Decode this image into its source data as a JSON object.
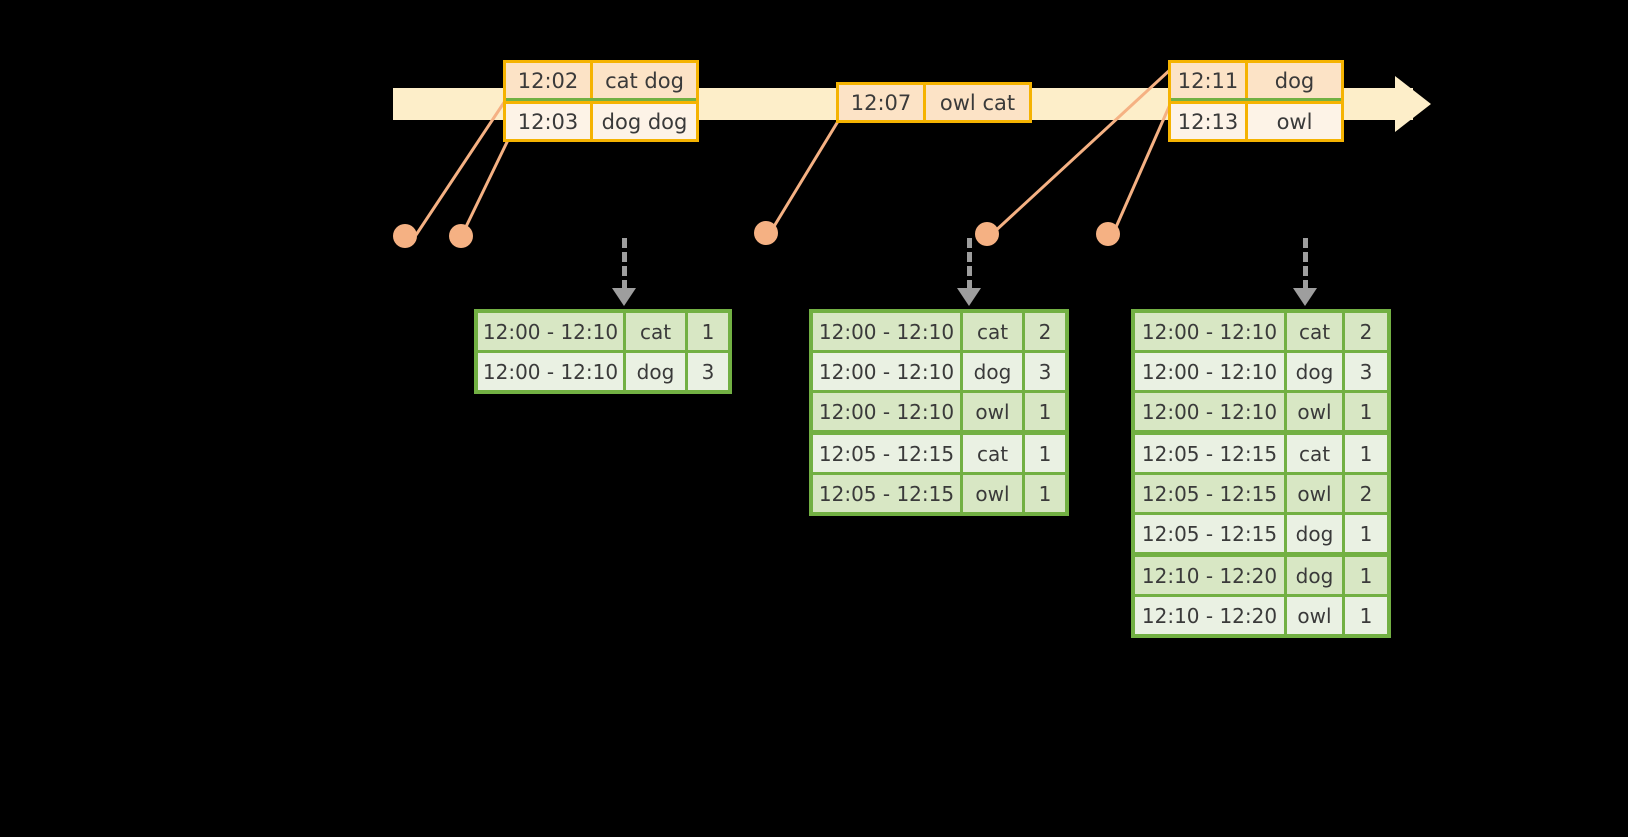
{
  "timeline": {
    "name": "event-stream-timeline",
    "arrow_direction": "right",
    "events": [
      {
        "group": "event-group-1",
        "rows": [
          {
            "time": "12:02",
            "value": "cat dog"
          },
          {
            "time": "12:03",
            "value": "dog dog"
          }
        ]
      },
      {
        "group": "event-group-2",
        "rows": [
          {
            "time": "12:07",
            "value": "owl cat"
          }
        ]
      },
      {
        "group": "event-group-3",
        "rows": [
          {
            "time": "12:11",
            "value": "dog"
          },
          {
            "time": "12:13",
            "value": "owl"
          }
        ]
      }
    ]
  },
  "tables": [
    {
      "name": "result-table-1",
      "rows": [
        {
          "window": "12:00 - 12:10",
          "key": "cat",
          "count": "1"
        },
        {
          "window": "12:00 - 12:10",
          "key": "dog",
          "count": "3"
        }
      ]
    },
    {
      "name": "result-table-2",
      "rows": [
        {
          "window": "12:00 - 12:10",
          "key": "cat",
          "count": "2"
        },
        {
          "window": "12:00 - 12:10",
          "key": "dog",
          "count": "3"
        },
        {
          "window": "12:00 - 12:10",
          "key": "owl",
          "count": "1"
        },
        {
          "window": "12:05 - 12:15",
          "key": "cat",
          "count": "1"
        },
        {
          "window": "12:05 - 12:15",
          "key": "owl",
          "count": "1"
        }
      ]
    },
    {
      "name": "result-table-3",
      "rows": [
        {
          "window": "12:00 - 12:10",
          "key": "cat",
          "count": "2"
        },
        {
          "window": "12:00 - 12:10",
          "key": "dog",
          "count": "3"
        },
        {
          "window": "12:00 - 12:10",
          "key": "owl",
          "count": "1"
        },
        {
          "window": "12:05 - 12:15",
          "key": "cat",
          "count": "1"
        },
        {
          "window": "12:05 - 12:15",
          "key": "owl",
          "count": "2"
        },
        {
          "window": "12:05 - 12:15",
          "key": "dog",
          "count": "1"
        },
        {
          "window": "12:10 - 12:20",
          "key": "dog",
          "count": "1"
        },
        {
          "window": "12:10 - 12:20",
          "key": "owl",
          "count": "1"
        }
      ]
    }
  ],
  "colors": {
    "background": "#000000",
    "timeline_bar": "#fdeec9",
    "event_border": "#f5b301",
    "event_shade_a": "#fce3c6",
    "event_shade_b": "#fdf3e7",
    "connector": "#f5b183",
    "table_border": "#72b043",
    "table_shade_a": "#d8e7c4",
    "table_shade_b": "#eaf1e3",
    "dashed_arrow": "#9e9e9e",
    "text": "#3a3a3a"
  }
}
